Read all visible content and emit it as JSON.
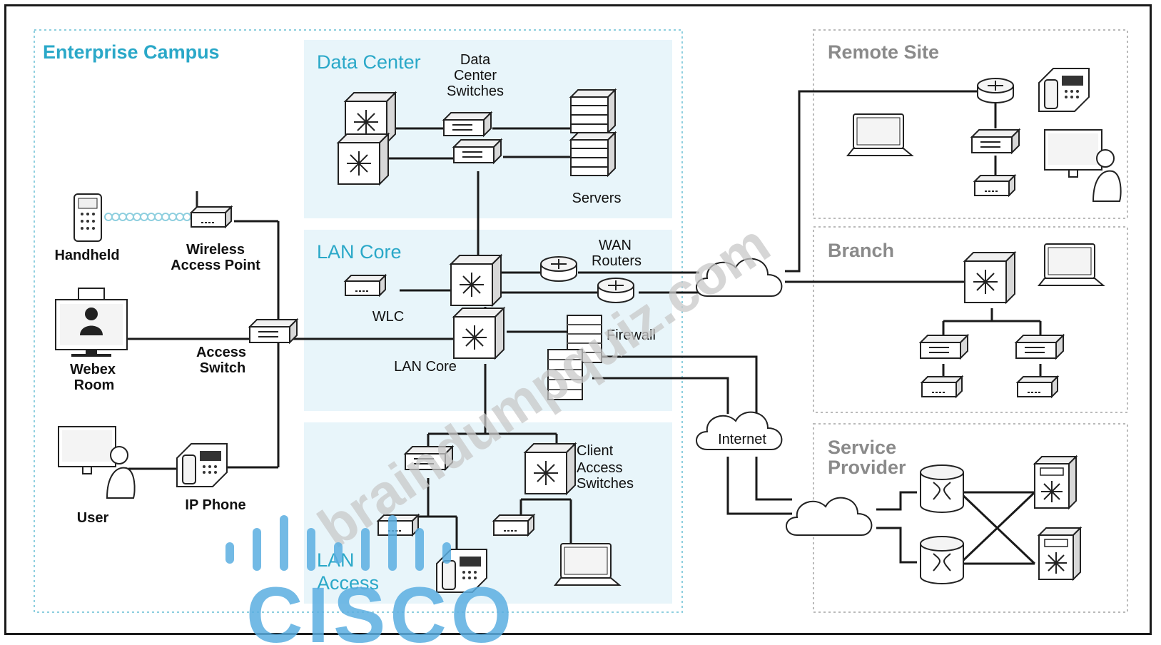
{
  "sections": {
    "enterprise_campus": "Enterprise Campus",
    "data_center": "Data Center",
    "lan_core": "LAN Core",
    "lan_access": [
      "LAN",
      "Access"
    ],
    "remote_site": "Remote Site",
    "branch": "Branch",
    "service_provider": [
      "Service",
      "Provider"
    ]
  },
  "labels": {
    "data_center_switches": [
      "Data",
      "Center",
      "Switches"
    ],
    "servers": "Servers",
    "handheld": "Handheld",
    "wireless_access_point": [
      "Wireless",
      "Access Point"
    ],
    "wan_routers": [
      "WAN",
      "Routers"
    ],
    "wlc": "WLC",
    "firewall": "Firewall",
    "lan_core_device": "LAN Core",
    "access_switch": [
      "Access",
      "Switch"
    ],
    "webex_room": [
      "Webex",
      "Room"
    ],
    "internet": "Internet",
    "client_access_switches": [
      "Client",
      "Access",
      "Switches"
    ],
    "user": "User",
    "ip_phone": "IP Phone"
  },
  "watermarks": {
    "site": "braindumpquiz.com",
    "brand": "CISCO"
  },
  "colors": {
    "section_title": "#2aa8c8",
    "zone_fill": "#e8f5fa",
    "campus_border": "#8ecfdf",
    "gray_title": "#8a8a8a",
    "gray_border": "#b9b9b9",
    "line": "#1a1a1a",
    "watermark_gray": "#c8c8c8",
    "cisco_blue": "#5aaee0"
  }
}
